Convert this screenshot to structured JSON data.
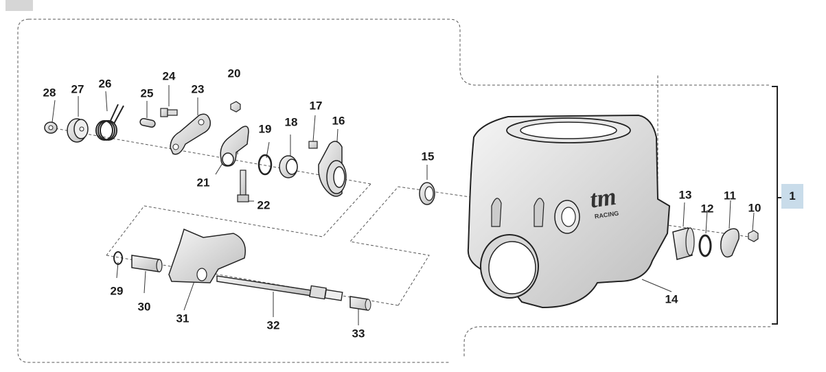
{
  "diagram": {
    "assembly_label": "1",
    "callouts": [
      "28",
      "27",
      "26",
      "25",
      "24",
      "23",
      "20",
      "21",
      "22",
      "19",
      "18",
      "17",
      "16",
      "15",
      "13",
      "12",
      "11",
      "10",
      "14",
      "29",
      "30",
      "31",
      "32",
      "33"
    ],
    "brand_logo_text": "tm",
    "brand_logo_subtext": "RACING"
  }
}
